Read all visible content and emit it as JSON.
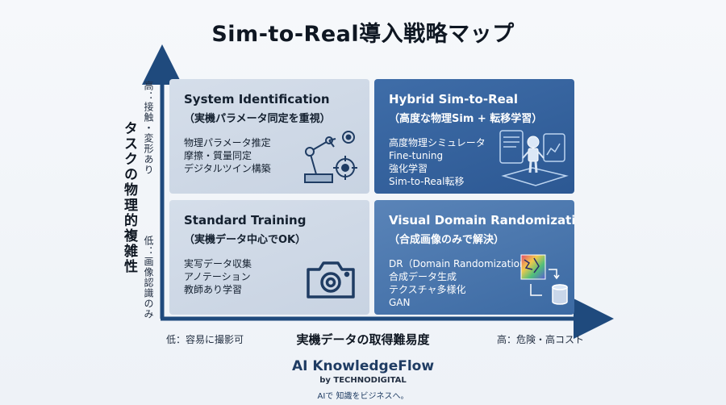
{
  "title": "Sim-to-Real導入戦略マップ",
  "y_axis": {
    "title": "タスクの物理的複雑性",
    "high": "高：接触・変形あり",
    "low": "低：画像認識のみ"
  },
  "x_axis": {
    "title": "実機データの取得難易度",
    "low": "低：容易に撮影可",
    "high": "高：危険・高コスト"
  },
  "quadrants": {
    "top_left": {
      "heading": "System Identification",
      "sub": "（実機パラメータ同定を重視）",
      "items": [
        "物理パラメータ推定",
        "摩擦・質量同定",
        "デジタルツイン構築"
      ],
      "icon": "robot-arm-gear-icon"
    },
    "top_right": {
      "heading": "Hybrid Sim-to-Real",
      "sub": "（高度な物理Sim + 転移学習）",
      "items": [
        "高度物理シミュレータ",
        "Fine-tuning",
        "強化学習",
        "Sim-to-Real転移"
      ],
      "icon": "robot-simulation-icon"
    },
    "bottom_left": {
      "heading": "Standard Training",
      "sub": "（実機データ中心でOK）",
      "items": [
        "実写データ収集",
        "アノテーション",
        "教師あり学習"
      ],
      "icon": "camera-icon"
    },
    "bottom_right": {
      "heading": "Visual Domain Randomization",
      "sub": "（合成画像のみで解決）",
      "items": [
        "DR（Domain Randomization）",
        "合成データ生成",
        "テクスチャ多様化",
        "GAN"
      ],
      "icon": "randomized-texture-icon"
    }
  },
  "footer": {
    "brand": "AI KnowledgeFlow",
    "by": "by TECHNODIGITAL",
    "tagline": "AIで 知識をビジネスへ。"
  },
  "colors": {
    "axis": "#1f4a7d",
    "light_quadrant": "#d2dbe8",
    "dark_quadrant": "#335f9a"
  }
}
